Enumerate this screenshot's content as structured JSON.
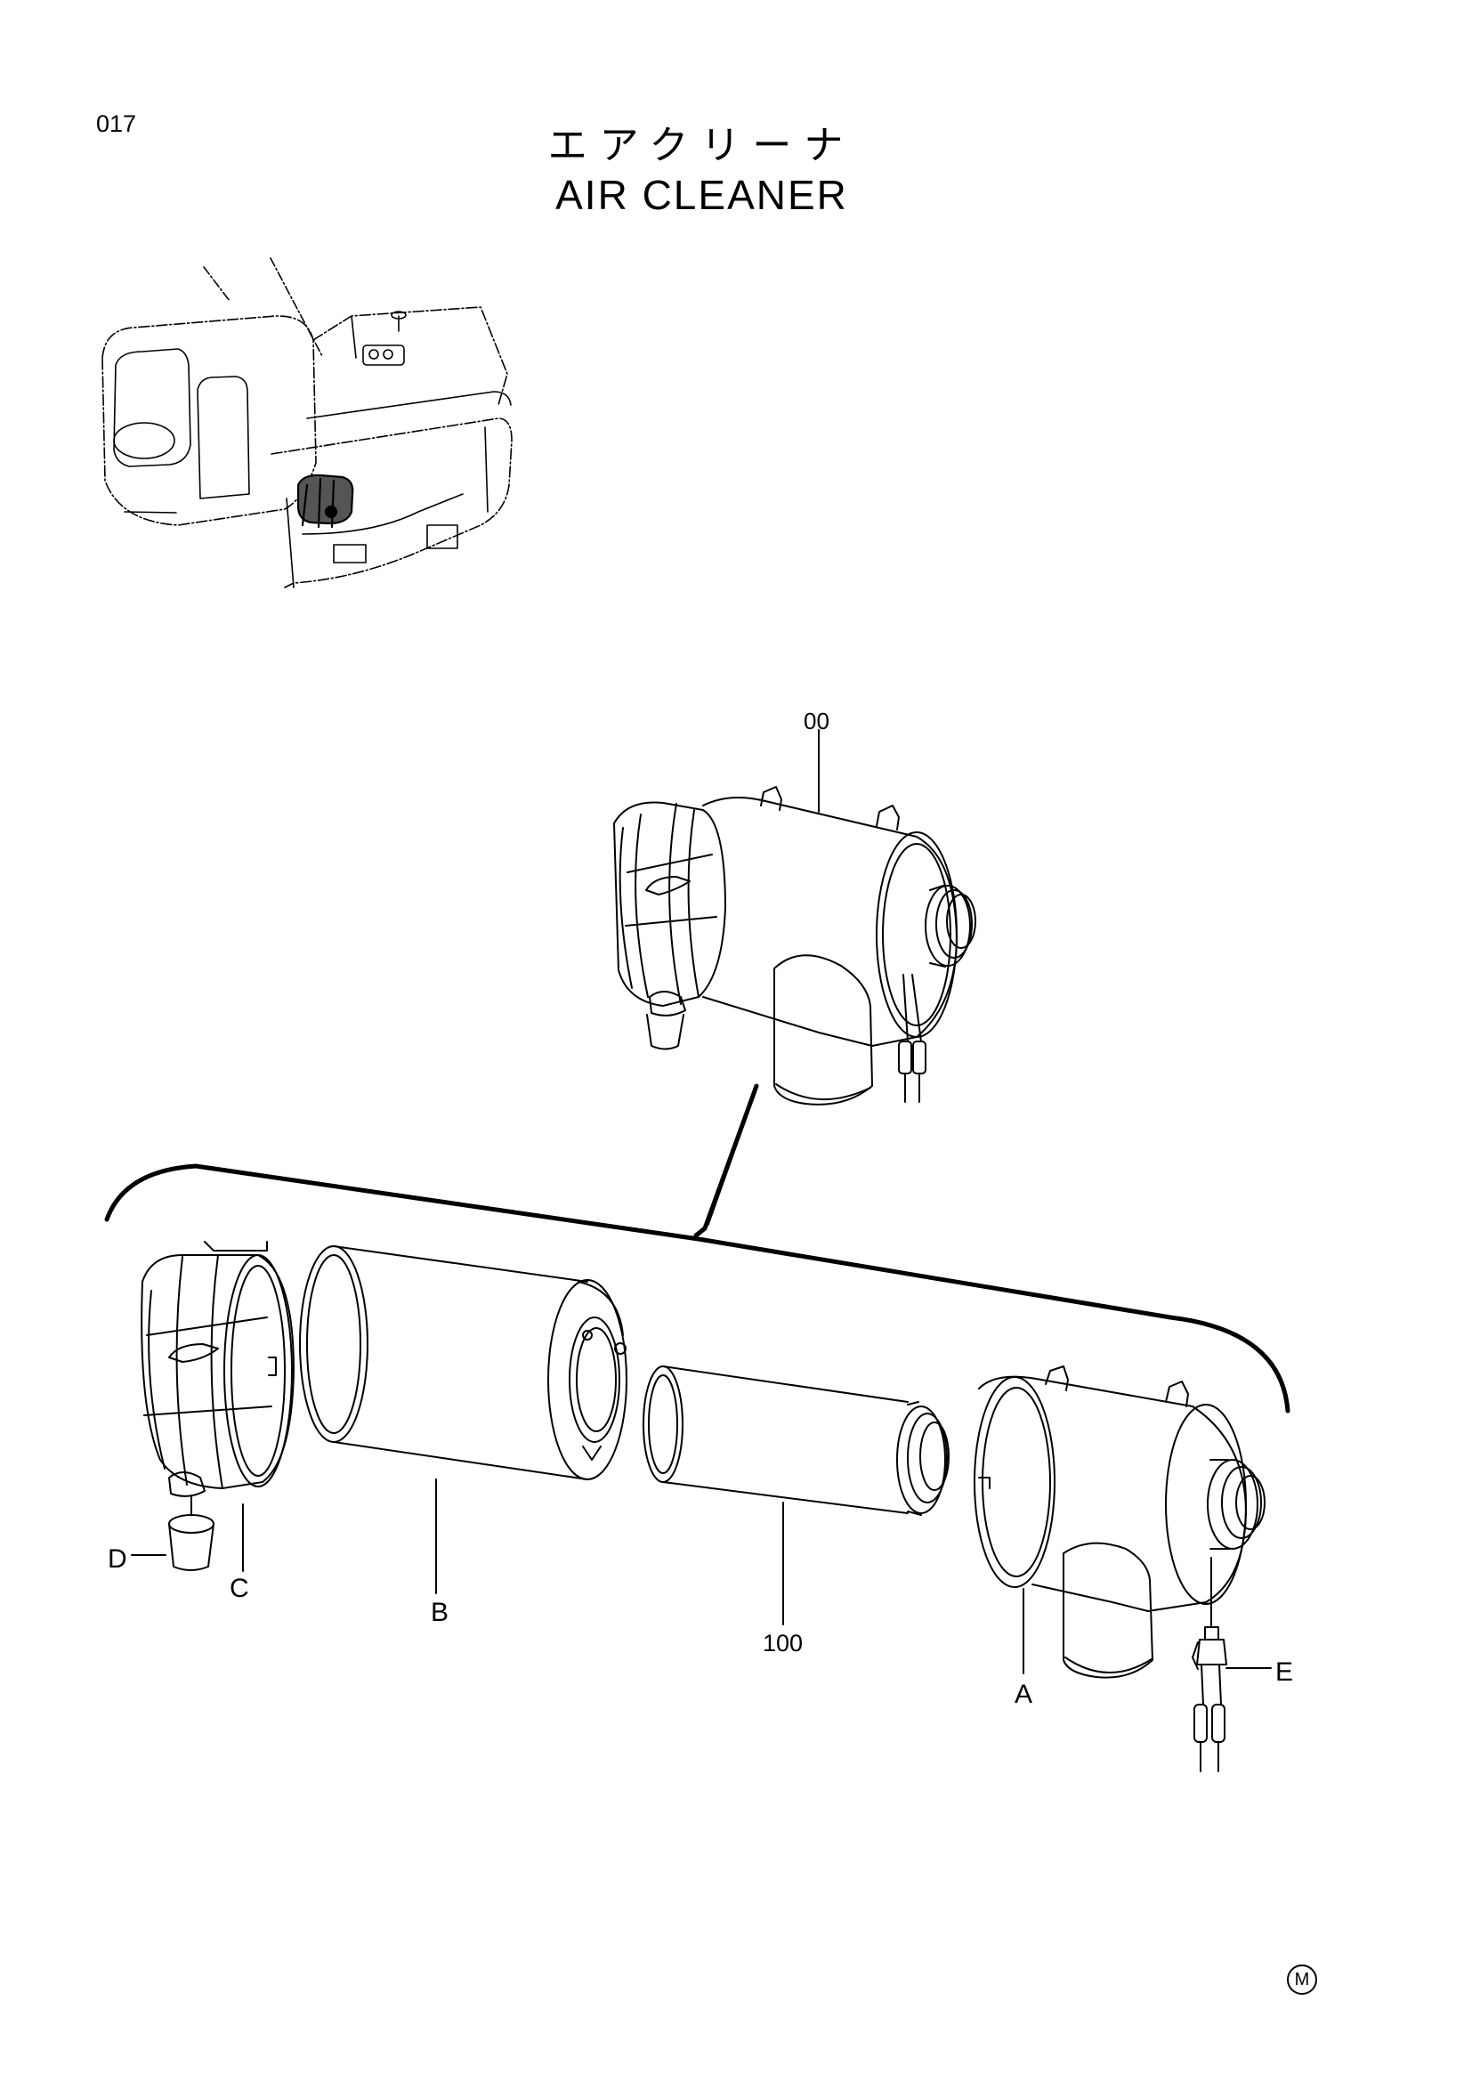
{
  "page": {
    "number": "017",
    "title_ja": "エアクリーナ",
    "title_en": "AIR CLEANER"
  },
  "callouts": {
    "assembly": "00",
    "filter": "100",
    "housing": "A",
    "element": "B",
    "cover": "C",
    "valve": "D",
    "indicator": "E"
  },
  "mark": "M"
}
